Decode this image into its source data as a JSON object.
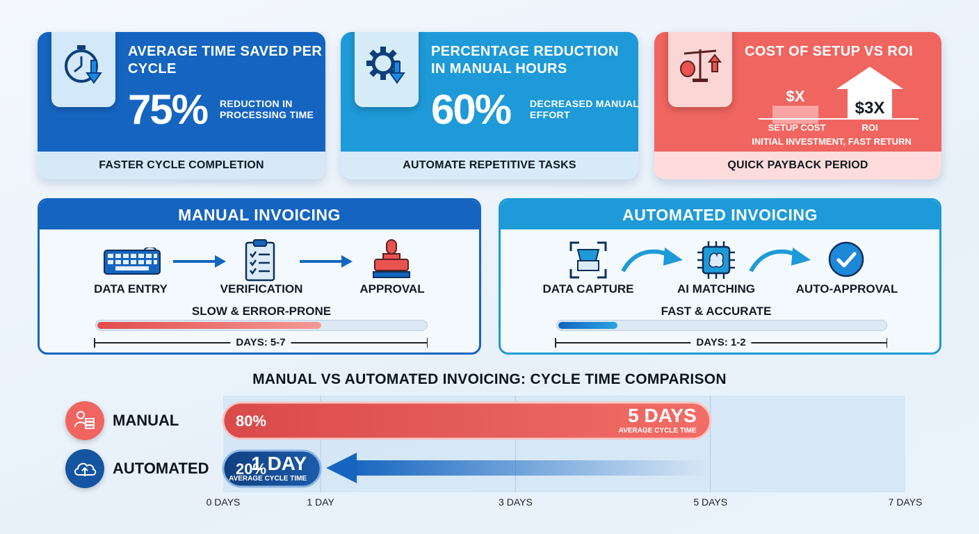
{
  "cards": [
    {
      "title": "AVERAGE TIME SAVED PER CYCLE",
      "metric": "75%",
      "metric_desc": "REDUCTION IN PROCESSING TIME",
      "footer": "FASTER CYCLE COMPLETION",
      "icon": "stopwatch-down-icon",
      "color": "#1565c0"
    },
    {
      "title": "PERCENTAGE REDUCTION IN MANUAL HOURS",
      "metric": "60%",
      "metric_desc": "DECREASED MANUAL EFFORT",
      "footer": "AUTOMATE REPETITIVE TASKS",
      "icon": "gear-down-icon",
      "color": "#1e9ad8"
    },
    {
      "title": "COST OF SETUP VS ROI",
      "setup_value": "$X",
      "setup_label": "SETUP COST",
      "roi_value": "$3X",
      "roi_label": "ROI",
      "note": "INITIAL INVESTMENT, FAST RETURN",
      "footer": "QUICK PAYBACK PERIOD",
      "icon": "balance-scale-icon",
      "color": "#f06560"
    }
  ],
  "manual_panel": {
    "title": "MANUAL INVOICING",
    "steps": [
      {
        "label": "DATA ENTRY",
        "icon": "keyboard-icon"
      },
      {
        "label": "VERIFICATION",
        "icon": "clipboard-checklist-icon"
      },
      {
        "label": "APPROVAL",
        "icon": "stamp-icon"
      }
    ],
    "tag": "SLOW & ERROR-PRONE",
    "progress": 0.68,
    "days": "DAYS: 5-7",
    "color": "#1565c0"
  },
  "auto_panel": {
    "title": "AUTOMATED INVOICING",
    "steps": [
      {
        "label": "DATA CAPTURE",
        "icon": "scanner-icon"
      },
      {
        "label": "AI MATCHING",
        "icon": "ai-chip-icon"
      },
      {
        "label": "AUTO-APPROVAL",
        "icon": "check-circle-icon"
      }
    ],
    "tag": "FAST & ACCURATE",
    "progress": 0.18,
    "days": "DAYS: 1-2",
    "color": "#1e9ad8"
  },
  "chart_data": {
    "type": "bar",
    "orientation": "horizontal",
    "title": "MANUAL VS AUTOMATED INVOICING: CYCLE TIME COMPARISON",
    "categories": [
      "MANUAL",
      "AUTOMATED"
    ],
    "values": [
      5,
      1
    ],
    "percent_labels": [
      "80%",
      "20%"
    ],
    "value_labels": [
      "5 DAYS",
      "1 DAY"
    ],
    "sublabel": "AVERAGE CYCLE TIME",
    "x_ticks": [
      0,
      1,
      3,
      5,
      7
    ],
    "x_tick_labels": [
      "0 DAYS",
      "1 DAY",
      "3 DAYS",
      "5 DAYS",
      "7 DAYS"
    ],
    "xlim": [
      0,
      7
    ],
    "grid": true,
    "colors": [
      "#e85a5a",
      "#1554a0"
    ],
    "row_icons": [
      "worker-docs-icon",
      "cloud-upload-icon"
    ]
  }
}
